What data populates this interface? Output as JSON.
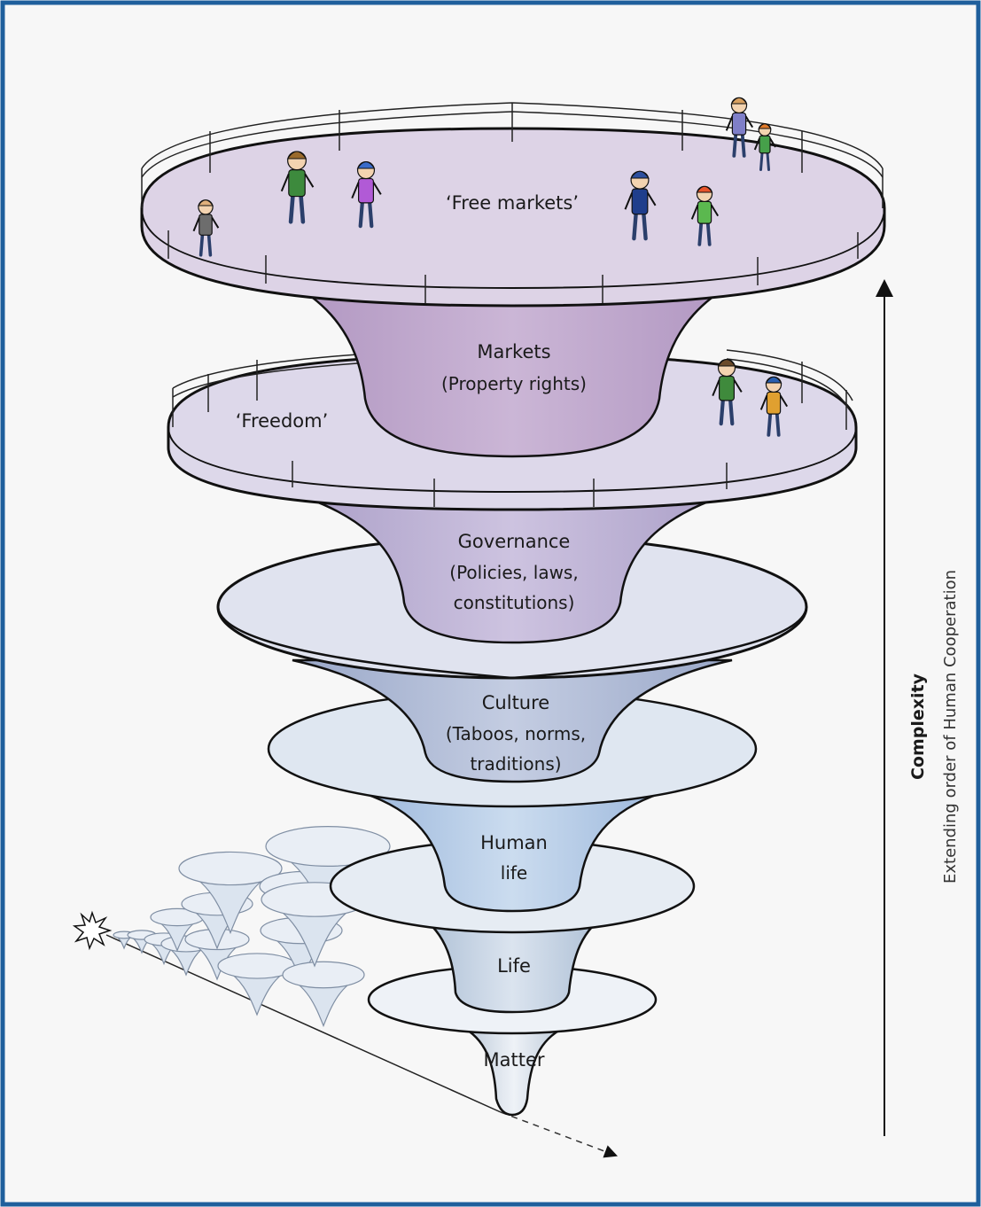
{
  "levels": [
    {
      "title": "Matter",
      "subtitle": []
    },
    {
      "title": "Life",
      "subtitle": []
    },
    {
      "title": "Human",
      "subtitle": [
        "life"
      ]
    },
    {
      "title": "Culture",
      "subtitle": [
        "(Taboos, norms,",
        "traditions)"
      ]
    },
    {
      "title": "Governance",
      "subtitle": [
        "(Policies, laws,",
        "constitutions)"
      ]
    },
    {
      "title": "Markets",
      "subtitle": [
        "(Property rights)"
      ]
    }
  ],
  "decks": {
    "freedom": "‘Freedom’",
    "free_markets": "‘Free markets’"
  },
  "axis": {
    "title": "Complexity",
    "subtitle": "Extending order of Human Cooperation"
  },
  "colors": {
    "frame": "#1f5f9c",
    "background": "#f7f7f7",
    "matter": "#e7edf4",
    "life": "#dbe4ef",
    "human_life": "#c6d7ec",
    "culture": "#bfc9de",
    "governance": "#c8bedc",
    "markets": "#c6aed2",
    "deck_top": "#ddd3e6",
    "deck_freedom": "#ddd8ea"
  },
  "icons": [
    "big-bang-star-icon",
    "people-figure-icon"
  ]
}
